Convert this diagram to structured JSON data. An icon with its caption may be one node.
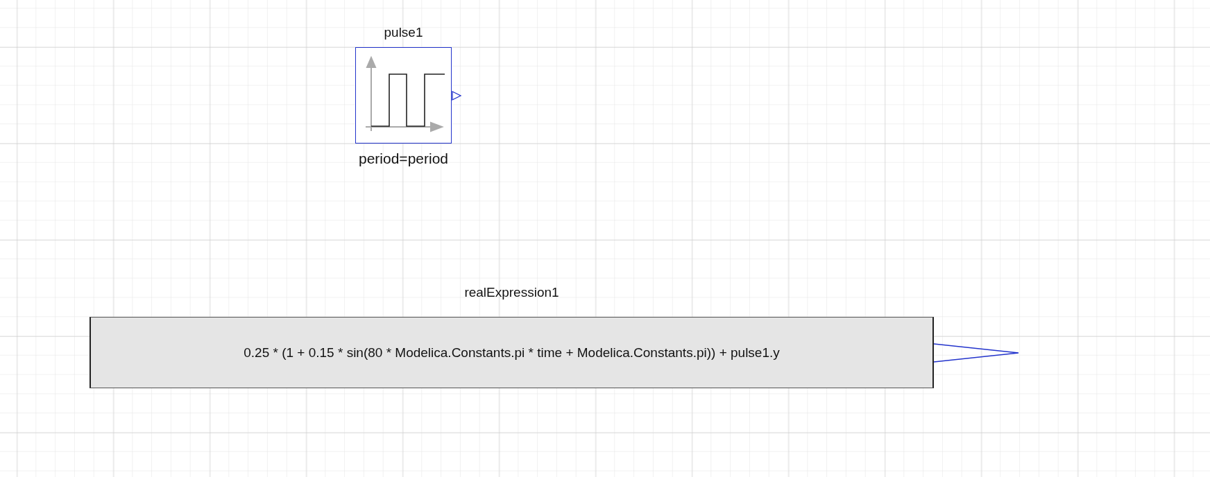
{
  "diagram": {
    "nodes": [
      {
        "text": [
          "pulse1",
          "period=period"
        ]
      },
      {
        "text": [
          "realExpression1",
          "0.25 * (1 + 0.15 * sin(80 * Modelica.Constants.pi * time + Modelica.Constants.pi)) + pulse1.y"
        ]
      }
    ]
  }
}
